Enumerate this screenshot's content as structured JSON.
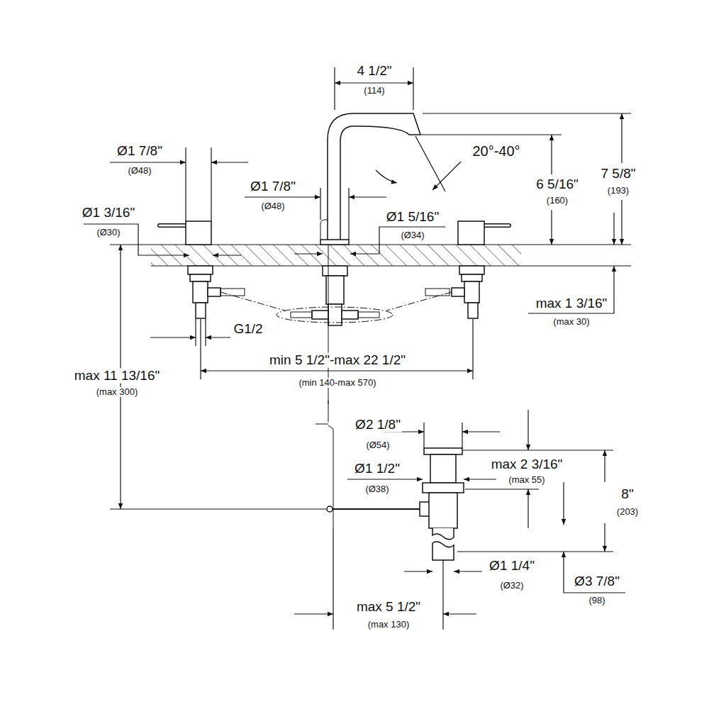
{
  "diagram": {
    "labels": [
      "4 1/2\"",
      "(114)",
      "20°-40°",
      "Ø1 7/8\"",
      "(Ø48)",
      "7 5/8\"",
      "(193)",
      "6 5/16\"",
      "(160)",
      "Ø1 7/8\"",
      "(Ø48)",
      "Ø1 3/16\"",
      "(Ø30)",
      "Ø1 5/16\"",
      "(Ø34)",
      "max 1 3/16\"",
      "(max 30)",
      "G1/2",
      "min 5 1/2\"-max 22 1/2\"",
      "(min 140-max 570)",
      "max 11 13/16\"",
      "(max 300)",
      "Ø2 1/8\"",
      "(Ø54)",
      "max 2 3/16\"",
      "(max 55)",
      "8\"",
      "(203)",
      "Ø1 1/2\"",
      "(Ø38)",
      "Ø1 1/4\"",
      "(Ø32)",
      "Ø3 7/8\"",
      "(98)",
      "max 5 1/2\"",
      "(max 130)"
    ]
  }
}
